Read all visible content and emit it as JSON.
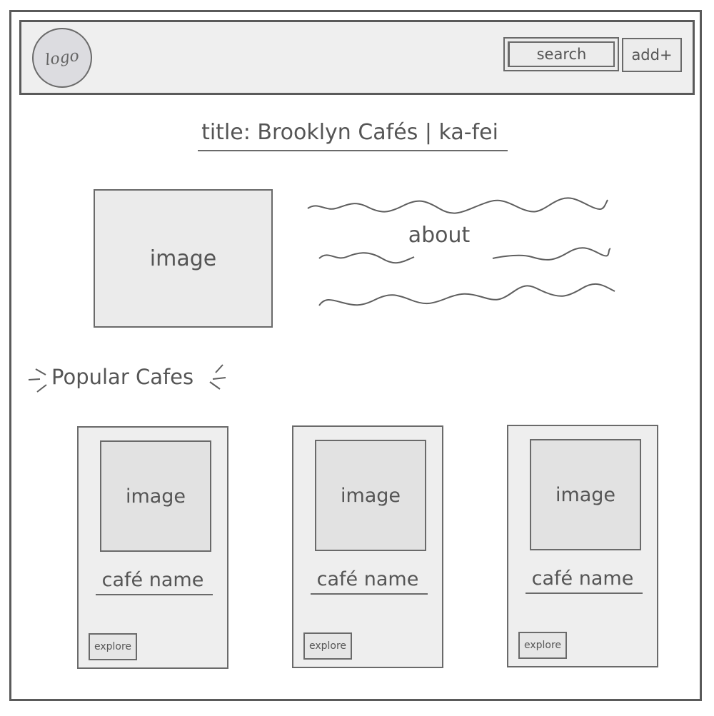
{
  "header": {
    "logo_text": "logo",
    "search_label": "search",
    "add_label": "add+"
  },
  "main": {
    "title": "title: Brooklyn Cafés | ka-fei",
    "hero_image_label": "image",
    "about_label": "about"
  },
  "popular": {
    "heading": "Popular Cafes",
    "cards": [
      {
        "image_label": "image",
        "name": "café name",
        "button": "explore"
      },
      {
        "image_label": "image",
        "name": "café name",
        "button": "explore"
      },
      {
        "image_label": "image",
        "name": "café name",
        "button": "explore"
      }
    ]
  },
  "colors": {
    "stroke": "#5a5a5a",
    "fill_light": "#efefef",
    "text": "#555555"
  }
}
